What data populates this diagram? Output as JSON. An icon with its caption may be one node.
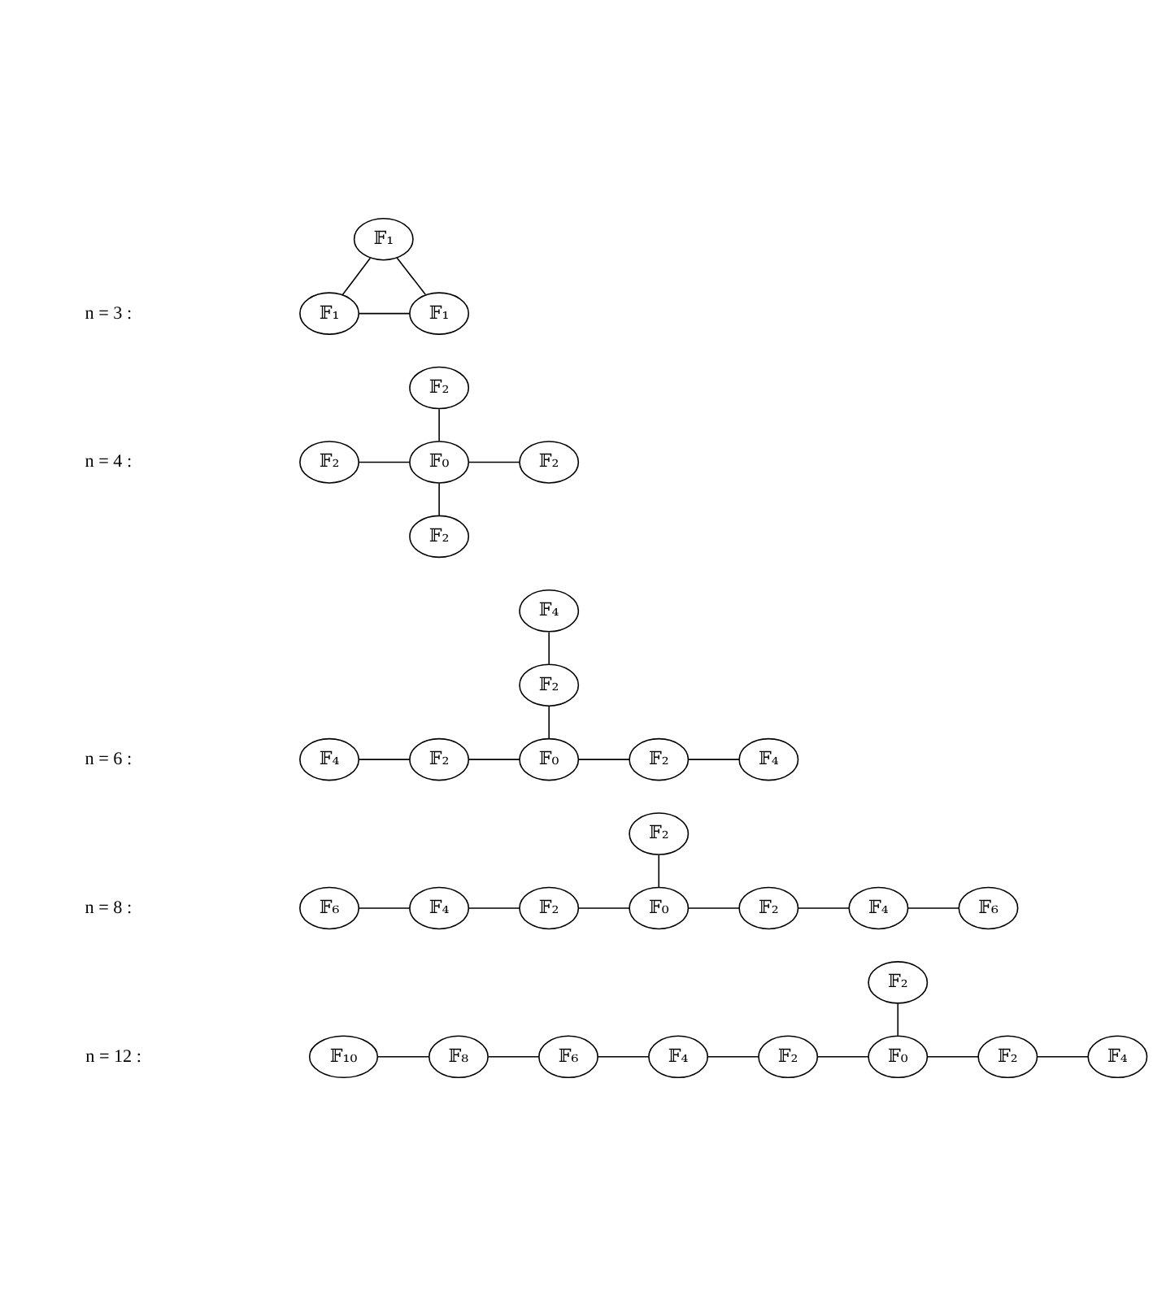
{
  "diagram": {
    "nodes": [
      {
        "text": [
          "𝔽₁"
        ]
      },
      {
        "text": [
          "𝔽₁"
        ]
      },
      {
        "text": [
          "𝔽₁"
        ]
      },
      {
        "text": [
          "𝔽₂"
        ]
      },
      {
        "text": [
          "𝔽₂"
        ]
      },
      {
        "text": [
          "𝔽₀"
        ]
      },
      {
        "text": [
          "𝔽₂"
        ]
      },
      {
        "text": [
          "𝔽₂"
        ]
      },
      {
        "text": [
          "𝔽₄"
        ]
      },
      {
        "text": [
          "𝔽₂"
        ]
      },
      {
        "text": [
          "𝔽₄"
        ]
      },
      {
        "text": [
          "𝔽₂"
        ]
      },
      {
        "text": [
          "𝔽₀"
        ]
      },
      {
        "text": [
          "𝔽₂"
        ]
      },
      {
        "text": [
          "𝔽₄"
        ]
      },
      {
        "text": [
          "𝔽₂"
        ]
      },
      {
        "text": [
          "𝔽₆"
        ]
      },
      {
        "text": [
          "𝔽₄"
        ]
      },
      {
        "text": [
          "𝔽₂"
        ]
      },
      {
        "text": [
          "𝔽₀"
        ]
      },
      {
        "text": [
          "𝔽₂"
        ]
      },
      {
        "text": [
          "𝔽₄"
        ]
      },
      {
        "text": [
          "𝔽₆"
        ]
      },
      {
        "text": [
          "𝔽₂"
        ]
      },
      {
        "text": [
          "𝔽₁₀"
        ]
      },
      {
        "text": [
          "𝔽₈"
        ]
      },
      {
        "text": [
          "𝔽₆"
        ]
      },
      {
        "text": [
          "𝔽₄"
        ]
      },
      {
        "text": [
          "𝔽₂"
        ]
      },
      {
        "text": [
          "𝔽₀"
        ]
      },
      {
        "text": [
          "𝔽₂"
        ]
      },
      {
        "text": [
          "𝔽₄"
        ]
      }
    ],
    "edges": [
      {
        "from": 0,
        "to": 1,
        "arrow": "none"
      },
      {
        "from": 0,
        "to": 2,
        "arrow": "none"
      },
      {
        "from": 1,
        "to": 2,
        "arrow": "none"
      },
      {
        "from": 3,
        "to": 5,
        "arrow": "none"
      },
      {
        "from": 4,
        "to": 5,
        "arrow": "none"
      },
      {
        "from": 5,
        "to": 6,
        "arrow": "none"
      },
      {
        "from": 5,
        "to": 7,
        "arrow": "none"
      },
      {
        "from": 8,
        "to": 9,
        "arrow": "none"
      },
      {
        "from": 9,
        "to": 12,
        "arrow": "none"
      },
      {
        "from": 10,
        "to": 11,
        "arrow": "none"
      },
      {
        "from": 11,
        "to": 12,
        "arrow": "none"
      },
      {
        "from": 12,
        "to": 13,
        "arrow": "none"
      },
      {
        "from": 13,
        "to": 14,
        "arrow": "none"
      },
      {
        "from": 15,
        "to": 19,
        "arrow": "none"
      },
      {
        "from": 16,
        "to": 17,
        "arrow": "none"
      },
      {
        "from": 17,
        "to": 18,
        "arrow": "none"
      },
      {
        "from": 18,
        "to": 19,
        "arrow": "none"
      },
      {
        "from": 19,
        "to": 20,
        "arrow": "none"
      },
      {
        "from": 20,
        "to": 21,
        "arrow": "none"
      },
      {
        "from": 21,
        "to": 22,
        "arrow": "none"
      },
      {
        "from": 23,
        "to": 29,
        "arrow": "none"
      },
      {
        "from": 24,
        "to": 25,
        "arrow": "none"
      },
      {
        "from": 25,
        "to": 26,
        "arrow": "none"
      },
      {
        "from": 26,
        "to": 27,
        "arrow": "none"
      },
      {
        "from": 27,
        "to": 28,
        "arrow": "none"
      },
      {
        "from": 28,
        "to": 29,
        "arrow": "none"
      },
      {
        "from": 29,
        "to": 30,
        "arrow": "none"
      },
      {
        "from": 30,
        "to": 31,
        "arrow": "none"
      }
    ],
    "labels": [
      "n = 3 :",
      "n = 4 :",
      "n = 6 :",
      "n = 8 :",
      "n = 12 :"
    ]
  }
}
